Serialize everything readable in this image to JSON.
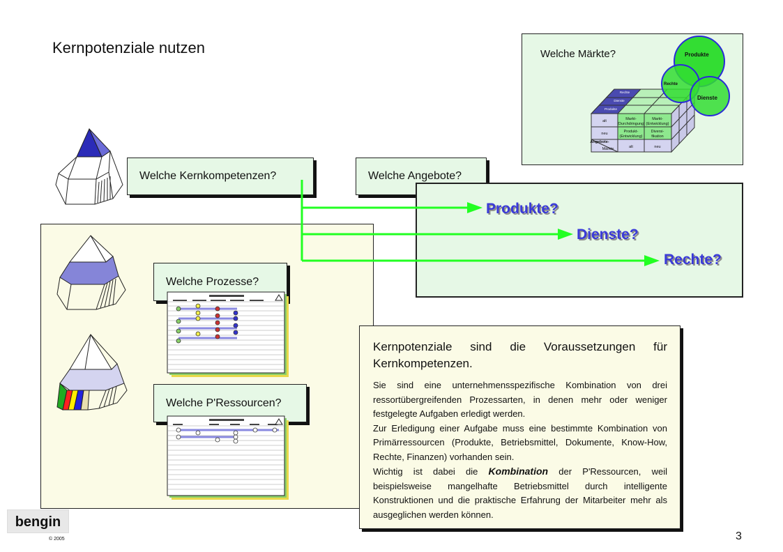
{
  "title": "Kernpotenziale nutzen",
  "questions": {
    "kernkompetenzen": "Welche Kernkompetenzen?",
    "angebote": "Welche Angebote?",
    "prozesse": "Welche Prozesse?",
    "ressourcen": "Welche P'Ressourcen?",
    "maerkte": "Welche Märkte?"
  },
  "answers": {
    "produkte": "Produkte?",
    "dienste": "Dienste?",
    "rechte": "Rechte?"
  },
  "venn": [
    "Produkte",
    "Rechte",
    "Dienste"
  ],
  "cube": {
    "rows": [
      "alt",
      "neu"
    ],
    "cells": [
      [
        "Markt-\n(Durchdringung)",
        "Markt-\n(Entwicklung)"
      ],
      [
        "Produkt-\n(Entwicklung)",
        "Diversi-\nfikation"
      ]
    ],
    "bottom": [
      "alt",
      "neu"
    ],
    "axis_label": "Angebote-\nMärkte",
    "side_labels": [
      "Rechte",
      "Dienste",
      "Produkte"
    ]
  },
  "textbox": {
    "heading": "Kernpotenziale sind die Voraussetzungen für Kernkompetenzen.",
    "p1": "Sie sind eine unternehmensspezifische Kombination von drei ressortübergreifenden Prozessarten, in denen mehr oder weniger festgelegte Aufgaben erledigt werden.",
    "p2": "Zur Erledigung einer Aufgabe muss eine bestimmte Kombination von Primärressourcen (Produkte, Betriebsmittel, Dokumente, Know-How, Rechte, Finanzen) vorhanden sein.",
    "p3_start": "Wichtig ist dabei die ",
    "p3_emph": "Kombination",
    "p3_end": " der P'Ressourcen, weil beispielsweise mangelhafte Betriebsmittel durch intelligente Konstruktionen und die praktische Erfahrung der Mitarbeiter mehr als ausgeglichen werden können."
  },
  "logo": "bengin",
  "copyright": "© 2005",
  "page_number": "3",
  "colors": {
    "box_green": "#e6f8e6",
    "panel_cream": "#fbfbe6",
    "arrow_green": "#22ff22",
    "answer_blue": "#3a3ad8",
    "pyramid_blue": "#2b2bb8"
  }
}
